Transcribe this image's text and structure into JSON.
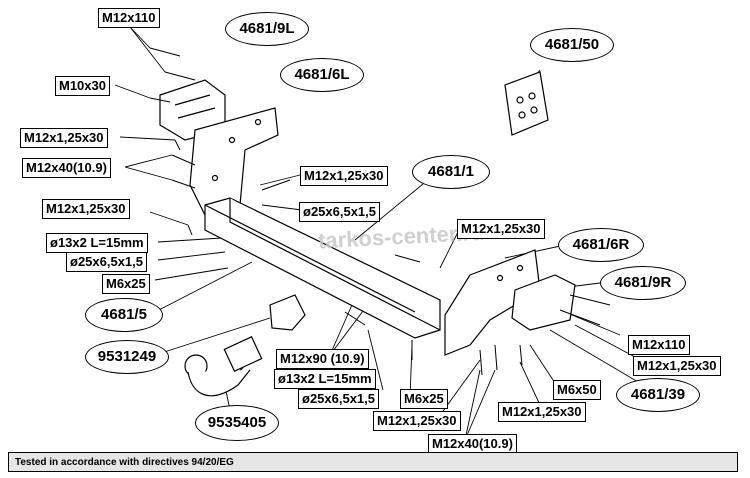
{
  "labels": {
    "bolt_m12x110_top": "M12x110",
    "bolt_m10x30": "M10x30",
    "bolt_m12x125x30_a": "M12x1,25x30",
    "bolt_m12x40_a": "M12x40(10.9)",
    "bolt_m12x125x30_b": "M12x1,25x30",
    "bolt_m12x125x30_c": "M12x1,25x30",
    "washer_13x2_a": "ø13x2 L=15mm",
    "washer_25_a": "ø25x6,5x1,5",
    "bolt_m6x25_a": "M6x25",
    "washer_25_b": "ø25x6,5x1,5",
    "bolt_m12x125x30_d": "M12x1,25x30",
    "bolt_m12x90": "M12x90 (10.9)",
    "washer_13x2_b": "ø13x2 L=15mm",
    "washer_25_c": "ø25x6,5x1,5",
    "bolt_m6x25_b": "M6x25",
    "bolt_m12x125x30_e": "M12x1,25x30",
    "bolt_m12x40_b": "M12x40(10.9)",
    "bolt_m12x125x30_f": "M12x1,25x30",
    "bolt_m6x50": "M6x50",
    "bolt_m12x110_right": "M12x110",
    "bolt_m12x125x30_g": "M12x1,25x30"
  },
  "parts": {
    "p4681_9L": "4681/9L",
    "p4681_6L": "4681/6L",
    "p4681_50": "4681/50",
    "p4681_1": "4681/1",
    "p4681_6R": "4681/6R",
    "p4681_9R": "4681/9R",
    "p4681_5": "4681/5",
    "p9531249": "9531249",
    "p9535405": "9535405",
    "p4681_39": "4681/39"
  },
  "watermark": "tarkos-center.ru",
  "footer": "Tested in accordance with directives 94/20/EG"
}
